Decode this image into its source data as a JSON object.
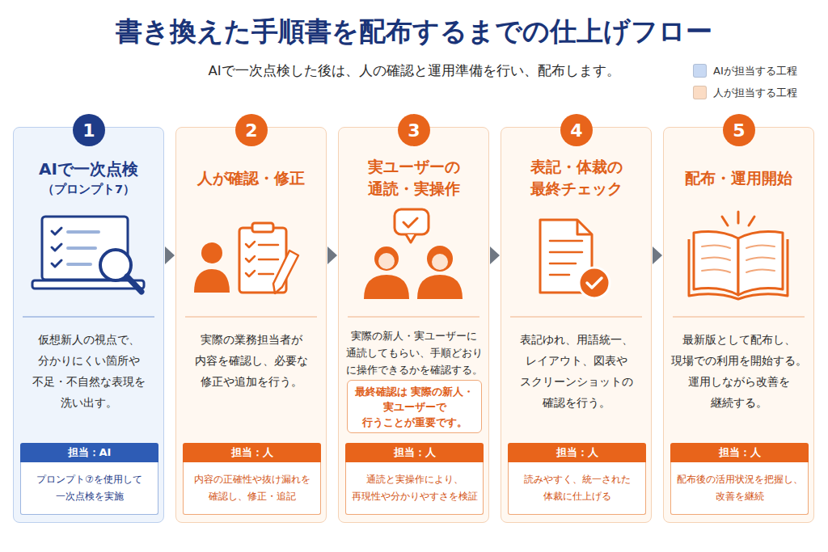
{
  "diagram": {
    "title": "書き換えた手順書を配布するまでの仕上げフロー",
    "nodes": [
      {
        "text": [
          "AIで一次点検",
          "（プロンプト7）",
          "仮想新人の視点で、 分かりにくい箇所や 不足・不自然な表現を 洗い出す。"
        ]
      },
      {
        "text": [
          "1"
        ],
        "in": 0
      },
      {
        "text": [
          "担当：AI",
          "プロンプト⑦を使用して 一次点検を実施"
        ],
        "in": 0
      },
      {
        "text": [
          "人が確認・修正",
          "実際の業務担当者が 内容を確認し、必要な 修正や追加を行う。"
        ]
      },
      {
        "text": [
          "2"
        ],
        "in": 3
      },
      {
        "text": [
          "担当：人",
          "内容の正確性や抜け漏れを 確認し、修正・追記"
        ],
        "in": 3
      },
      {
        "text": [
          "実ユーザーの 通読・実操作",
          "実際の新人・実ユーザーに 通読してもらい、手順どおり に操作できるかを確認する。"
        ]
      },
      {
        "text": [
          "3"
        ],
        "in": 6
      },
      {
        "text": [
          "最終確認は 実際の新人・実ユーザーで 行うことが重要です。"
        ],
        "in": 6
      },
      {
        "text": [
          "担当：人",
          "通読と実操作により、 再現性や分かりやすさを検証"
        ],
        "in": 6
      },
      {
        "text": [
          "表記・体裁の 最終チェック",
          "表記ゆれ、用語統一、 レイアウト、図表や スクリーンショットの 確認を行う。"
        ]
      },
      {
        "text": [
          "4"
        ],
        "in": 10
      },
      {
        "text": [
          "担当：人",
          "読みやすく、統一された 体裁に仕上げる"
        ],
        "in": 10
      },
      {
        "text": [
          "配布・運用開始",
          "最新版として配布し、 現場での利用を開始する。 運用しながら改善を 継続する。"
        ]
      },
      {
        "text": [
          "5"
        ],
        "in": 13
      },
      {
        "text": [
          "担当：人",
          "配布後の活用状況を把握し、 改善を継続"
        ],
        "in": 13
      }
    ],
    "edges": [
      {
        "from": 0,
        "to": 3,
        "arrow": "to"
      },
      {
        "from": 3,
        "to": 6,
        "arrow": "to"
      },
      {
        "from": 6,
        "to": 10,
        "arrow": "to"
      },
      {
        "from": 10,
        "to": 13,
        "arrow": "to"
      }
    ],
    "labels": [
      "AIで一次点検した後は、人の確認と運用準備を行い、配布します。"
    ],
    "legend": [
      {
        "text": "AIが担当する工程",
        "color": "#c8d9f3"
      },
      {
        "text": "人が担当する工程",
        "color": "#fbdcc4"
      }
    ]
  }
}
